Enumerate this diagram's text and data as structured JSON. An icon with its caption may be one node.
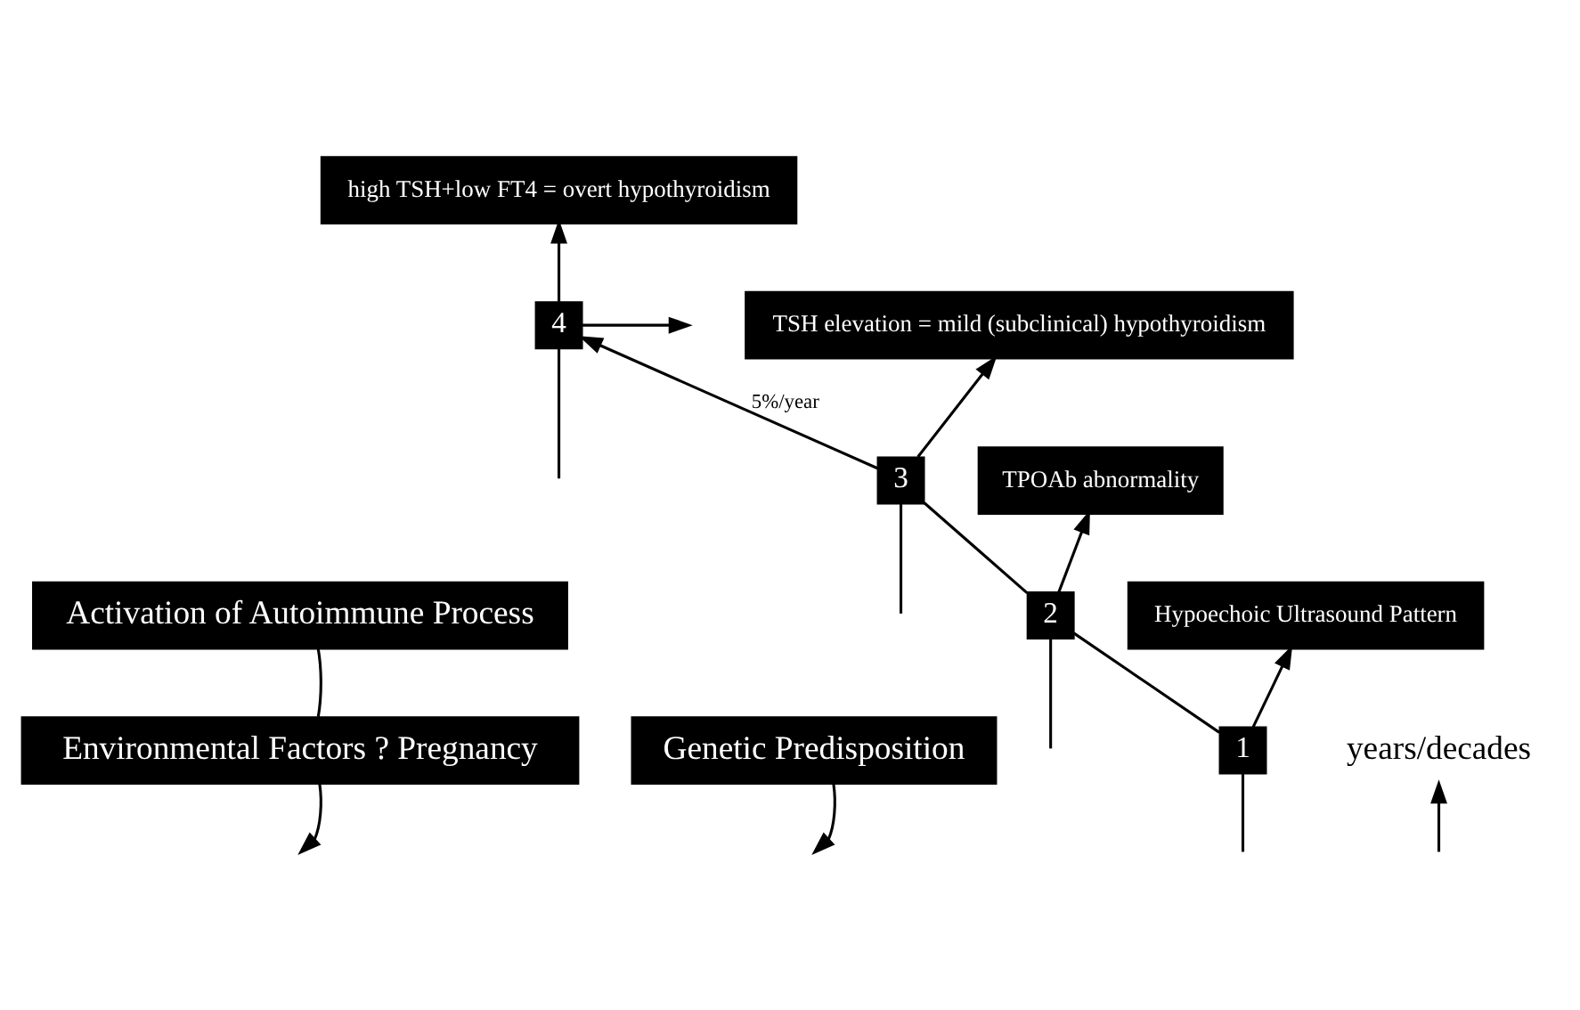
{
  "diagram": {
    "nodes": [
      {
        "text": [
          "Activation of Autoimmune Process"
        ]
      },
      {
        "text": [
          "Environmental Factors ? Pregnancy"
        ]
      },
      {
        "text": [
          "Genetic Predisposition"
        ]
      },
      {
        "text": [
          "Hypoechoic Ultrasound Pattern"
        ]
      },
      {
        "text": [
          "TPOAb abnormality"
        ]
      },
      {
        "text": [
          "TSH elevation = mild (subclinical) hypothyroidism"
        ]
      },
      {
        "text": [
          "high TSH+low FT4 = overt hypothyroidism"
        ]
      },
      {
        "text": [
          "1"
        ]
      },
      {
        "text": [
          "2"
        ]
      },
      {
        "text": [
          "3"
        ]
      },
      {
        "text": [
          "4"
        ]
      },
      {
        "text": [
          "years/decades"
        ]
      }
    ],
    "edges": [
      {
        "from": 0,
        "to": 1,
        "arrow": "none"
      },
      {
        "from": 1,
        "to": null,
        "arrow": "to"
      },
      {
        "from": 2,
        "to": null,
        "arrow": "to"
      },
      {
        "from": null,
        "to": 11,
        "arrow": "to"
      },
      {
        "from": null,
        "to": 7,
        "arrow": "none"
      },
      {
        "from": 7,
        "to": 3,
        "arrow": "to"
      },
      {
        "from": null,
        "to": 8,
        "arrow": "none"
      },
      {
        "from": 8,
        "to": 4,
        "arrow": "to"
      },
      {
        "from": null,
        "to": 9,
        "arrow": "none"
      },
      {
        "from": 9,
        "to": 5,
        "arrow": "to"
      },
      {
        "from": null,
        "to": 10,
        "arrow": "none"
      },
      {
        "from": 10,
        "to": 6,
        "arrow": "to"
      },
      {
        "from": 7,
        "to": 8,
        "arrow": "none"
      },
      {
        "from": 8,
        "to": 9,
        "arrow": "none"
      },
      {
        "from": 9,
        "to": 10,
        "arrow": "to",
        "label": "5%/year"
      },
      {
        "from": 10,
        "to": null,
        "arrow": "to"
      }
    ]
  }
}
